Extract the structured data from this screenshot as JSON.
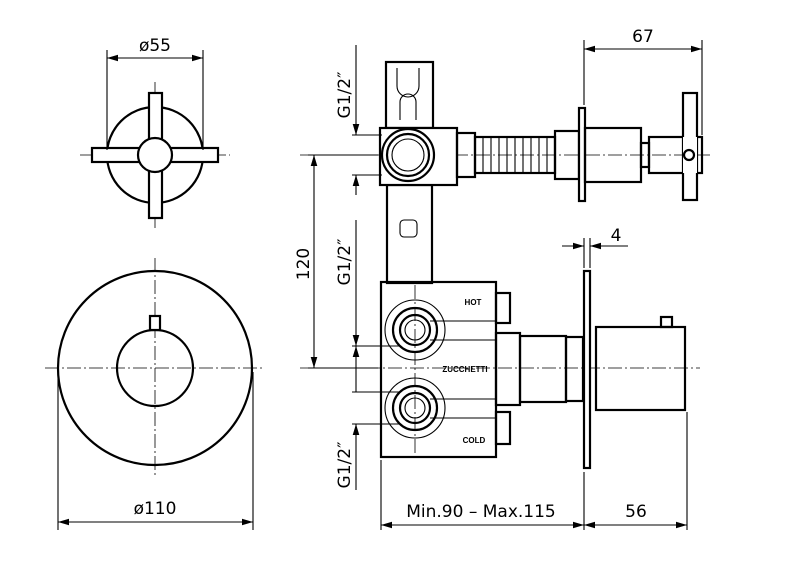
{
  "dimensions": {
    "handle_diameter": "ø55",
    "plate_diameter": "ø110",
    "center_distance": "120",
    "thread_top": "G1/2″",
    "thread_middle": "G1/2″",
    "thread_bottom": "G1/2″",
    "handle_projection": "67",
    "plate_thickness": "4",
    "install_depth": "Min.90 – Max.115",
    "body_projection": "56"
  },
  "labels": {
    "hot": "HOT",
    "brand": "ZUCCHETTI",
    "cold": "COLD"
  }
}
